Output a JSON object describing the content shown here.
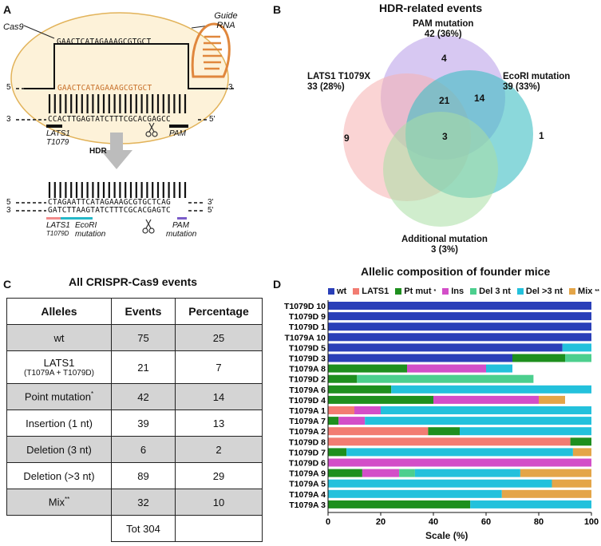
{
  "panels": {
    "a": "A",
    "b": "B",
    "c": "C",
    "d": "D"
  },
  "panel_a": {
    "cas9_label": "Cas9",
    "guide_rna_label": "Guide RNA",
    "guide_seq": "GAACTCATAGAAAGCGTGCT",
    "target_seq": "GAACTCATAGAAAGCGTGCT",
    "bottom_strand": "CCACTTGAGTATCTTTCGCACGAGCC",
    "five_prime": "5",
    "three_prime": "3",
    "five_prime_b": "5'",
    "three_prime_b": "3'",
    "lats1_label": "LATS1",
    "t1079_label": "T1079",
    "pam_label": "PAM",
    "hdr_label": "HDR",
    "donor_top": "CTAGAATTCATAGAAAGCGTGCTCAG",
    "donor_bottom": "GATCTTAAGTATCTTTCGCACGAGTC",
    "lats1_mut_label": "LATS1",
    "t1079d_label": "T1079D",
    "ecori_label": "EcoRI",
    "ecori_mut_label": "mutation",
    "pam_mut_label": "PAM",
    "pam_mut_label2": "mutation",
    "colors": {
      "cell": "#fdf2d9",
      "cell_border": "#e2b35a",
      "guide": "#e0873d",
      "orange_seq": "#c8702a",
      "lats1_bar": "#f28b8b",
      "ecori_bar": "#26b8c8",
      "pam_bar": "#7b5cc9",
      "arrow": "#bcbcbc"
    }
  },
  "panel_b": {
    "title": "HDR-related events",
    "sets": [
      {
        "name": "PAM mutation",
        "count_text": "42 (36%)",
        "color": "#b69ae8"
      },
      {
        "name": "LATS1 T1079X",
        "count_text": "33 (28%)",
        "color": "#f6b1b1"
      },
      {
        "name": "EcoRI mutation",
        "count_text": "39 (33%)",
        "color": "#3dbec3"
      },
      {
        "name": "Additional mutation",
        "count_text": "3 (3%)",
        "color": "#a9dfa4"
      }
    ],
    "regions": {
      "pam_only": "4",
      "lats1_only": "9",
      "ecori_only": "1",
      "pam_lats1_ecori": "21",
      "pam_ecori": "14",
      "all_four": "3"
    }
  },
  "panel_c": {
    "title": "All CRISPR-Cas9 events",
    "headers": [
      "Alleles",
      "Events",
      "Percentage"
    ],
    "rows": [
      {
        "allele": "wt",
        "sub": "",
        "sup": "",
        "events": "75",
        "pct": "25",
        "shade": true
      },
      {
        "allele": "LATS1",
        "sub": "(T1079A + T1079D)",
        "sup": "",
        "events": "21",
        "pct": "7",
        "shade": false
      },
      {
        "allele": "Point mutation",
        "sub": "",
        "sup": "*",
        "events": "42",
        "pct": "14",
        "shade": true
      },
      {
        "allele": "Insertion (1 nt)",
        "sub": "",
        "sup": "",
        "events": "39",
        "pct": "13",
        "shade": false
      },
      {
        "allele": "Deletion (3 nt)",
        "sub": "",
        "sup": "",
        "events": "6",
        "pct": "2",
        "shade": true
      },
      {
        "allele": "Deletion (>3 nt)",
        "sub": "",
        "sup": "",
        "events": "89",
        "pct": "29",
        "shade": false
      },
      {
        "allele": "Mix",
        "sub": "",
        "sup": "**",
        "events": "32",
        "pct": "10",
        "shade": true
      }
    ],
    "total": "Tot 304"
  },
  "chart_data": {
    "type": "bar",
    "orientation": "horizontal-stacked",
    "title": "Allelic composition of founder mice",
    "xlabel": "Scale (%)",
    "ylabel": "",
    "xlim": [
      0,
      100
    ],
    "xticks": [
      "0",
      "20",
      "40",
      "60",
      "80",
      "100"
    ],
    "legend_position": "top",
    "categories": [
      "T1079D 10",
      "T1079D 9",
      "T1079D 1",
      "T1079A 10",
      "T1079D 5",
      "T1079D 3",
      "T1079A 8",
      "T1079D 2",
      "T1079A 6",
      "T1079D 4",
      "T1079A 1",
      "T1079A 7",
      "T1079A 2",
      "T1079D 8",
      "T1079D 7",
      "T1079D 6",
      "T1079A 9",
      "T1079A 5",
      "T1079A 4",
      "T1079A 3"
    ],
    "series": [
      {
        "name": "wt",
        "sup": "",
        "color": "#2a3fb8",
        "values": [
          100,
          100,
          100,
          100,
          89,
          70,
          0,
          0,
          0,
          0,
          0,
          0,
          0,
          0,
          0,
          0,
          0,
          0,
          0,
          0
        ]
      },
      {
        "name": "LATS1",
        "sup": "",
        "color": "#f27c72",
        "values": [
          0,
          0,
          0,
          0,
          0,
          0,
          0,
          0,
          0,
          0,
          10,
          0,
          38,
          92,
          0,
          0,
          0,
          0,
          0,
          0
        ]
      },
      {
        "name": "Pt mut",
        "sup": "*",
        "color": "#1e8f1e",
        "values": [
          0,
          0,
          0,
          0,
          0,
          20,
          30,
          11,
          24,
          40,
          0,
          4,
          12,
          8,
          7,
          0,
          13,
          0,
          0,
          54
        ]
      },
      {
        "name": "Ins",
        "sup": "",
        "color": "#d34ec8",
        "values": [
          0,
          0,
          0,
          0,
          0,
          0,
          30,
          0,
          0,
          40,
          10,
          10,
          0,
          0,
          0,
          100,
          14,
          0,
          0,
          0
        ]
      },
      {
        "name": "Del 3 nt",
        "sup": "",
        "color": "#4ccf8e",
        "values": [
          0,
          0,
          0,
          0,
          0,
          10,
          0,
          67,
          0,
          0,
          0,
          0,
          0,
          0,
          0,
          0,
          6,
          0,
          0,
          0
        ]
      },
      {
        "name": "Del >3 nt",
        "sup": "",
        "color": "#23c1dc",
        "values": [
          0,
          0,
          0,
          0,
          11,
          0,
          10,
          0,
          76,
          0,
          80,
          86,
          50,
          0,
          86,
          0,
          40,
          85,
          66,
          46
        ]
      },
      {
        "name": "Mix",
        "sup": "**",
        "color": "#e4a548",
        "values": [
          0,
          0,
          0,
          0,
          0,
          0,
          0,
          0,
          0,
          10,
          0,
          0,
          0,
          0,
          7,
          0,
          27,
          15,
          34,
          0
        ]
      }
    ]
  }
}
